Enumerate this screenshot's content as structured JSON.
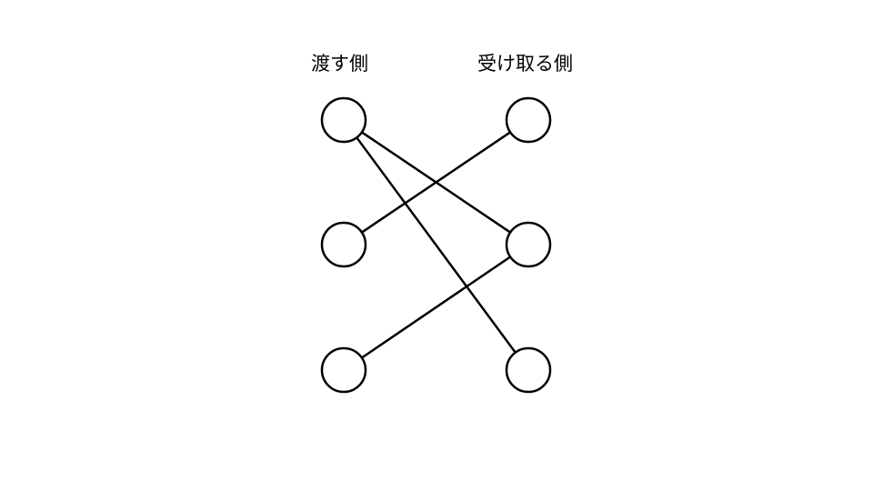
{
  "labels": {
    "left": "渡す側",
    "right": "受け取る側"
  },
  "nodes": {
    "left": [
      "L1",
      "L2",
      "L3"
    ],
    "right": [
      "R1",
      "R2",
      "R3"
    ]
  },
  "edges": [
    {
      "from": "L1",
      "to": "R2"
    },
    {
      "from": "L1",
      "to": "R3"
    },
    {
      "from": "L2",
      "to": "R1"
    },
    {
      "from": "L3",
      "to": "R2"
    }
  ],
  "colors": {
    "stroke": "#000000",
    "node_fill": "#ffffff",
    "background": "#ffffff"
  }
}
